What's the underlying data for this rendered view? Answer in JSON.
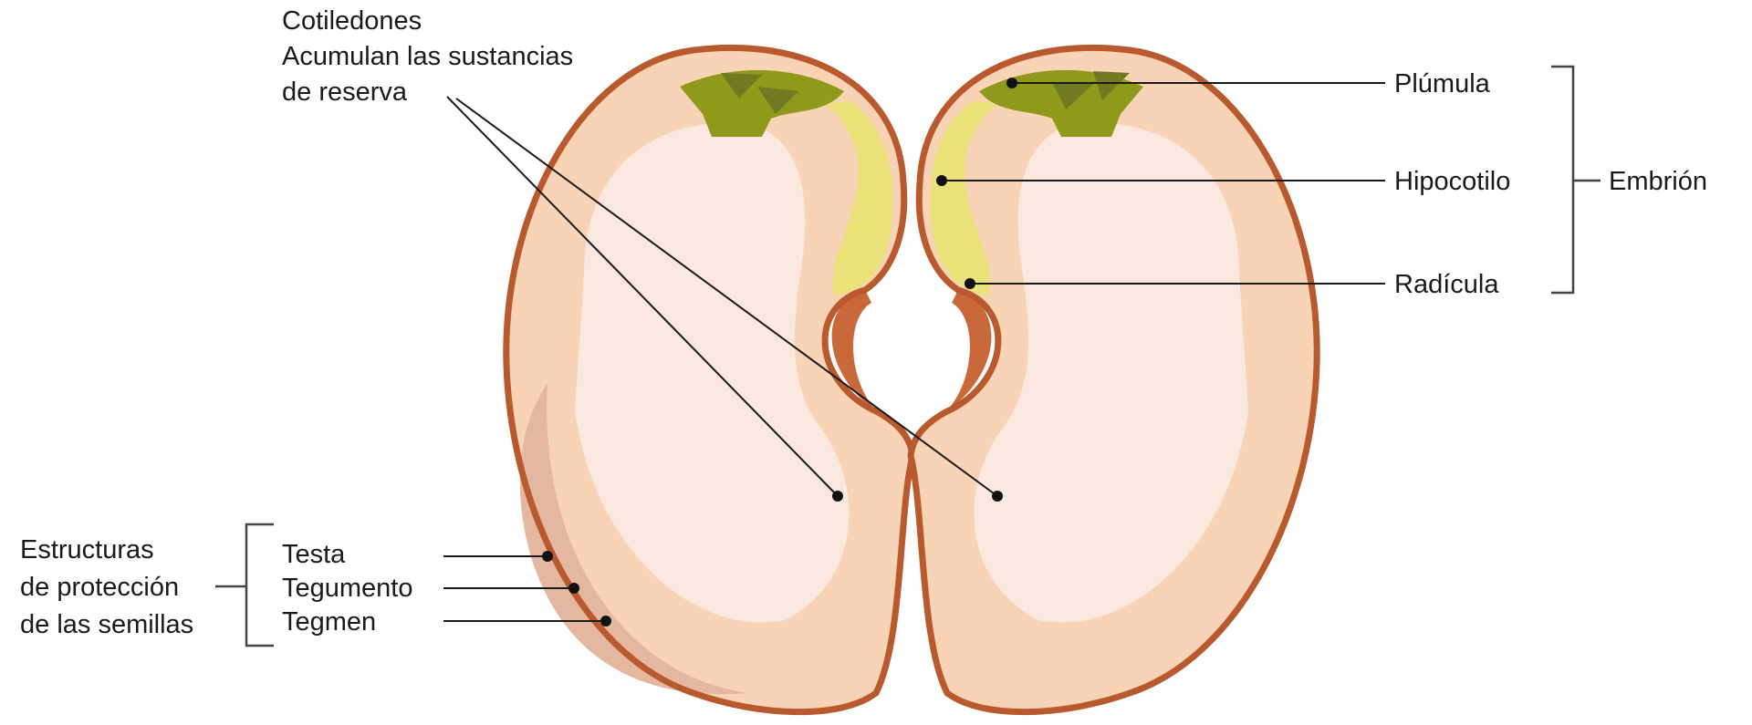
{
  "title": "Partes de la semilla",
  "cotyledons": {
    "label_lines": [
      "Cotiledones",
      "Acumulan las sustancias",
      "de reserva"
    ]
  },
  "embryo": {
    "group_label": "Embrión",
    "parts": [
      "Plúmula",
      "Hipocotilo",
      "Radícula"
    ]
  },
  "protection": {
    "group_label_lines": [
      "Estructuras",
      "de protección",
      "de las semillas"
    ],
    "parts": [
      "Testa",
      "Tegumento",
      "Tegmen"
    ]
  },
  "colors": {
    "seed_coat": "#b95a2e",
    "cotyledon": "#f8d3b5",
    "cotyledon_inner": "#fae7dd",
    "hypocotyl": "#ebe27a",
    "plumule": "#8f9a1a",
    "plumule_dark": "#6f7a22",
    "shading": "#e4b7a0"
  }
}
